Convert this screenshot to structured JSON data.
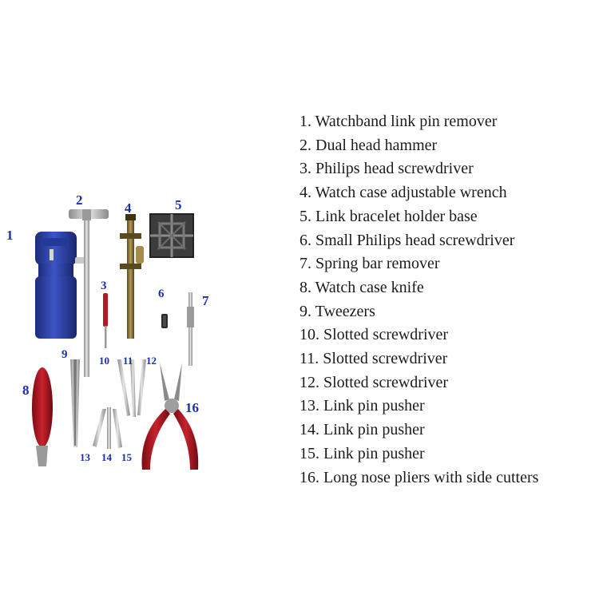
{
  "colors": {
    "number_label": "#1a2fb0",
    "legend_text": "#1b1b1b",
    "background": "#ffffff"
  },
  "tool_numbers": [
    "1",
    "2",
    "3",
    "4",
    "5",
    "6",
    "7",
    "8",
    "9",
    "10",
    "11",
    "12",
    "13",
    "14",
    "15",
    "16"
  ],
  "legend": [
    "1. Watchband link pin remover",
    "2. Dual head hammer",
    "3. Philips head screwdriver",
    "4. Watch case adjustable wrench",
    "5. Link bracelet holder base",
    "6. Small Philips head screwdriver",
    "7. Spring bar remover",
    "8. Watch case knife",
    "9. Tweezers",
    "10. Slotted screwdriver",
    "11. Slotted screwdriver",
    "12. Slotted screwdriver",
    "13. Link pin pusher",
    "14. Link pin pusher",
    "15. Link pin pusher",
    "16. Long nose pliers with side cutters"
  ]
}
